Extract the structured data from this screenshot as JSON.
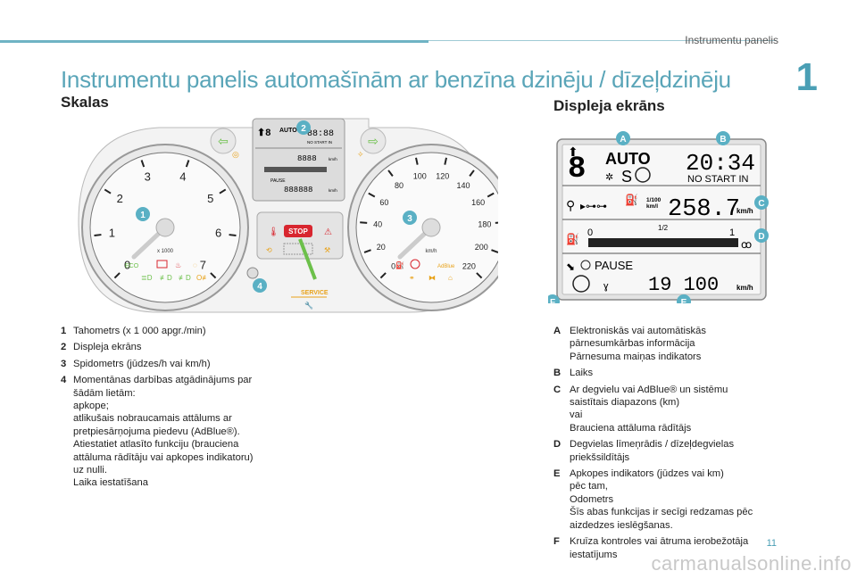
{
  "header": {
    "section": "Instrumentu panelis",
    "chapter": "1",
    "title": "Instrumentu panelis automašīnām ar benzīna dzinēju / dīzeļdzinēju"
  },
  "left": {
    "subtitle": "Skalas",
    "callouts": [
      "1",
      "2",
      "3",
      "4"
    ],
    "tacho": {
      "ticks": [
        "0",
        "1",
        "2",
        "3",
        "4",
        "5",
        "6",
        "7"
      ],
      "unit": "x 1000"
    },
    "speedo": {
      "ticks": [
        "0",
        "20",
        "40",
        "60",
        "80",
        "100",
        "120",
        "140",
        "160",
        "180",
        "200",
        "220"
      ],
      "unit": "km/h"
    },
    "center": {
      "auto": "AUTO",
      "time": "88:88",
      "nostart": "NO START IN",
      "mid_value": "8888",
      "pause": "PAUSE",
      "odo": "888888",
      "kmh": "km/h",
      "stop": "STOP",
      "service": "SERVICE",
      "adblue": "AdBlue"
    },
    "legend": [
      {
        "k": "1",
        "t": "Tahometrs (x 1 000 apgr./min)"
      },
      {
        "k": "2",
        "t": "Displeja ekrāns"
      },
      {
        "k": "3",
        "t": "Spidometrs (jūdzes/h vai km/h)"
      },
      {
        "k": "4",
        "t": "Momentānas darbības atgādinājums par\nšādām lietām:\napkope;\natlikušais nobraucamais attālums ar\npretpiesārņojuma piedevu (AdBlue®).\nAtiestatiet atlasīto funkciju (brauciena\nattāluma rādītāju vai apkopes indikatoru)\nuz nulli.\nLaika iestatīšana"
      }
    ]
  },
  "right": {
    "subtitle": "Displeja ekrāns",
    "callouts": [
      "A",
      "B",
      "C",
      "D",
      "E",
      "F"
    ],
    "display": {
      "gear": "8",
      "auto": "AUTO",
      "time": "20:34",
      "nostart": "NO START IN",
      "ratio": "1/100",
      "ratio_unit": "km/l",
      "range": "258.7",
      "range_unit": "km/h",
      "fuel_min": "0",
      "fuel_half": "1/2",
      "fuel_max": "1",
      "pause": "PAUSE",
      "odo": "19 100",
      "odo_unit": "km/h"
    },
    "legend": [
      {
        "k": "A",
        "t": "Elektroniskās vai automātiskās\npārnesumkārbas informācija\nPārnesuma maiņas indikators"
      },
      {
        "k": "B",
        "t": "Laiks"
      },
      {
        "k": "C",
        "t": "Ar degvielu vai AdBlue® un sistēmu\nsaistītais diapazons (km)\nvai\nBrauciena attāluma rādītājs"
      },
      {
        "k": "D",
        "t": "Degvielas līmeņrādis / dīzeļdegvielas\npriekšsildītājs"
      },
      {
        "k": "E",
        "t": "Apkopes indikators (jūdzes vai km)\npēc tam,\nOdometrs\nŠīs abas funkcijas ir secīgi redzamas pēc\naizdedzes ieslēgšanas."
      },
      {
        "k": "F",
        "t": "Kruīza kontroles vai ātruma ierobežotāja\niestatījums"
      }
    ]
  },
  "footer": {
    "page": "11",
    "watermark": "carmanualsonline.info"
  },
  "colors": {
    "accent": "#4a9fb5",
    "callout": "#5ab0c4",
    "warn_red": "#d8262f",
    "warn_amber": "#e8a21a",
    "indicator_green": "#6cc04a"
  }
}
